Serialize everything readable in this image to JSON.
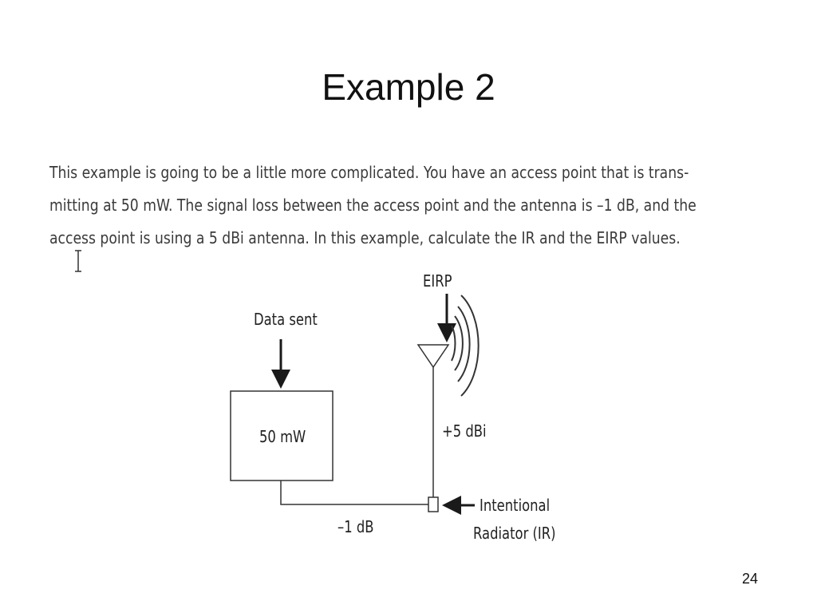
{
  "slide": {
    "title": "Example 2",
    "page_number": "24",
    "paragraph_lines": [
      "This example is going to be a little more complicated. You have an access point that is trans-",
      "mitting at 50 mW. The signal loss between the access point and the antenna is –1 dB, and the",
      "access point is using a 5 dBi antenna. In this example, calculate the IR and the EIRP values."
    ]
  },
  "diagram": {
    "eirp_label": "EIRP",
    "data_sent_label": "Data sent",
    "access_point_power": "50 mW",
    "antenna_gain": "+5 dBi",
    "cable_loss": "–1 dB",
    "ir_label_line1": "Intentional",
    "ir_label_line2": "Radiator (IR)"
  },
  "icons": {
    "cursor": "text-cursor-icon",
    "antenna": "antenna-icon",
    "signal_waves": "radio-waves-icon"
  }
}
